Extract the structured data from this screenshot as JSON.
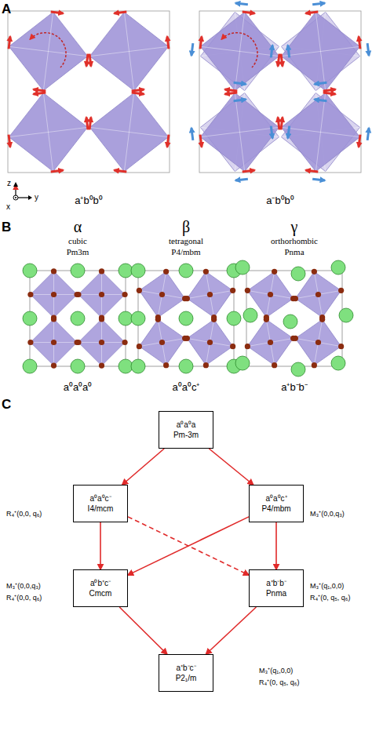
{
  "diagram": {
    "nodes": [
      {
        "text": [
          "a⁰a⁰a",
          "Pm-3m"
        ]
      },
      {
        "text": [
          "a⁰a⁰c⁻",
          "I4/mcm"
        ]
      },
      {
        "text": [
          "a⁰a⁰c⁺",
          "P4/mbm"
        ]
      },
      {
        "text": [
          "a⁰b⁺c⁻",
          "Cmcm"
        ]
      },
      {
        "text": [
          "a⁺b⁻b⁻",
          "Pnma"
        ]
      },
      {
        "text": [
          "a⁺b⁻c⁻",
          "P2₁/m"
        ]
      }
    ],
    "edges": [
      {
        "from": 0,
        "to": 1,
        "arrow": "to"
      },
      {
        "from": 0,
        "to": 2,
        "arrow": "to"
      },
      {
        "from": 1,
        "to": 3,
        "arrow": "to"
      },
      {
        "from": 2,
        "to": 3,
        "arrow": "to"
      },
      {
        "from": 1,
        "to": 4,
        "arrow": "to"
      },
      {
        "from": 2,
        "to": 4,
        "arrow": "to"
      },
      {
        "from": 3,
        "to": 5,
        "arrow": "to"
      },
      {
        "from": 4,
        "to": 5,
        "arrow": "to"
      }
    ],
    "labels": [
      "A",
      "a⁺b⁰b⁰",
      "a⁻b⁰b⁰",
      "z",
      "x",
      "y",
      "B",
      "α",
      "cubic",
      "Pm3m",
      "β",
      "tetragonal",
      "P4/mbm",
      "γ",
      "orthorhombic",
      "Pnma",
      "a⁰a⁰a⁰",
      "a⁰a⁰c⁺",
      "a⁺b⁻b⁻",
      "C",
      "R₄⁺(0,0, q₆)",
      "M₃⁺(0,0,q₃)",
      "M₃⁺(0,0,q₃)",
      "R₄⁺(0,0, q₆)",
      "M₃⁺(q₁,0,0)",
      "R₄⁺(0, q₅, q₆)",
      "M₃⁺(q₁,0,0)",
      "R₄⁺(0, q₅, q₆)"
    ]
  }
}
